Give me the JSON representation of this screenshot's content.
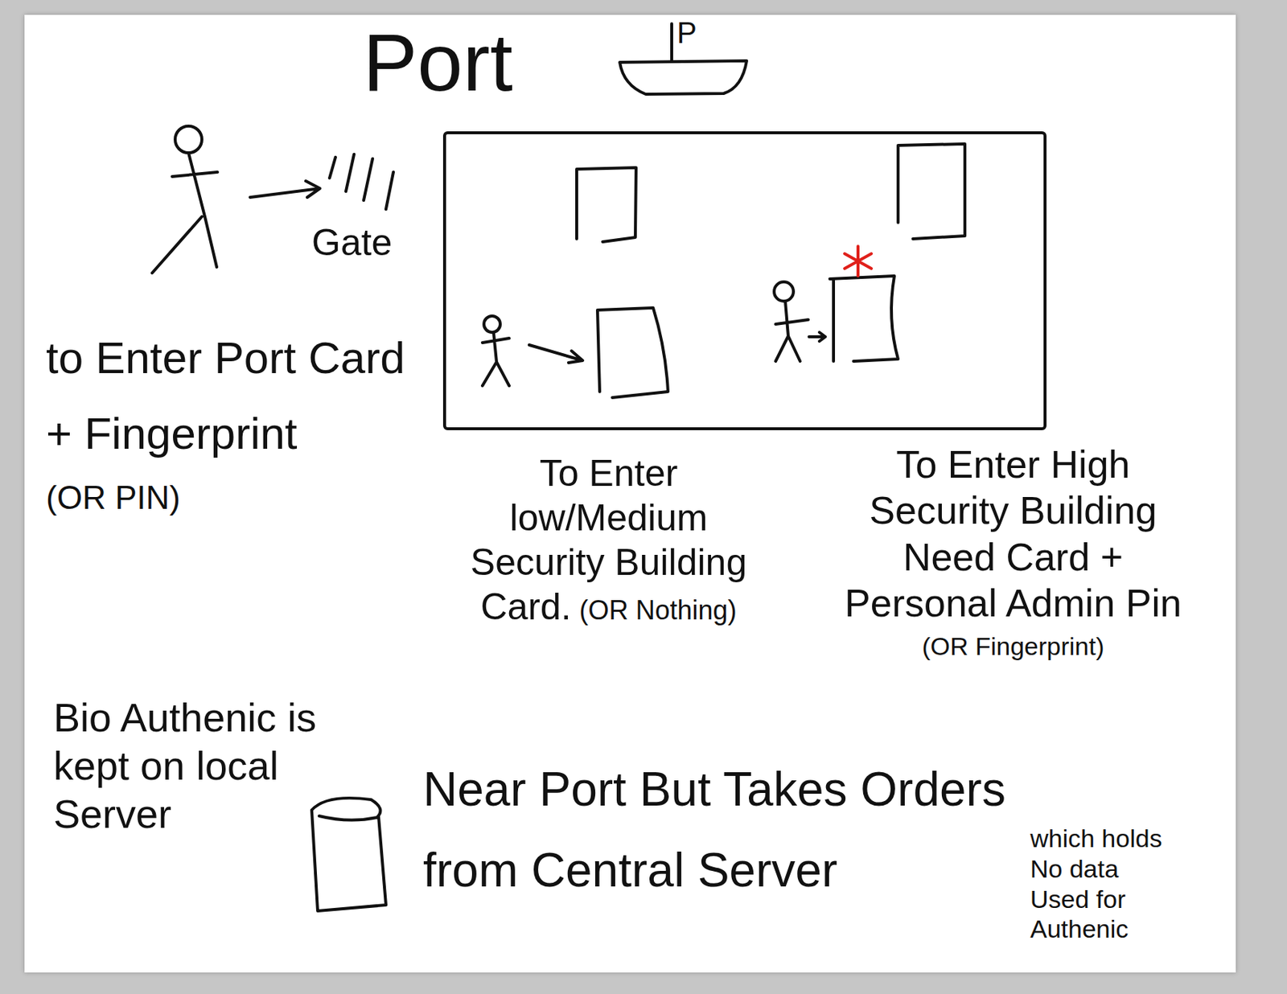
{
  "diagram": {
    "nodes": [
      {
        "text": [
          "Port"
        ]
      }
    ],
    "labels": [
      "P",
      "Gate",
      "to Enter Port Card + Fingerprint",
      "(OR PIN)",
      "To Enter low/Medium Security Building Card.",
      "(OR Nothing)",
      "To Enter High Security Building Need Card + Personal Admin Pin",
      "(OR Fingerprint)",
      "Bio Authenic is kept on local Server",
      "Near Port But Takes Orders from Central Server",
      "which holds No data Used for Authenic"
    ]
  }
}
